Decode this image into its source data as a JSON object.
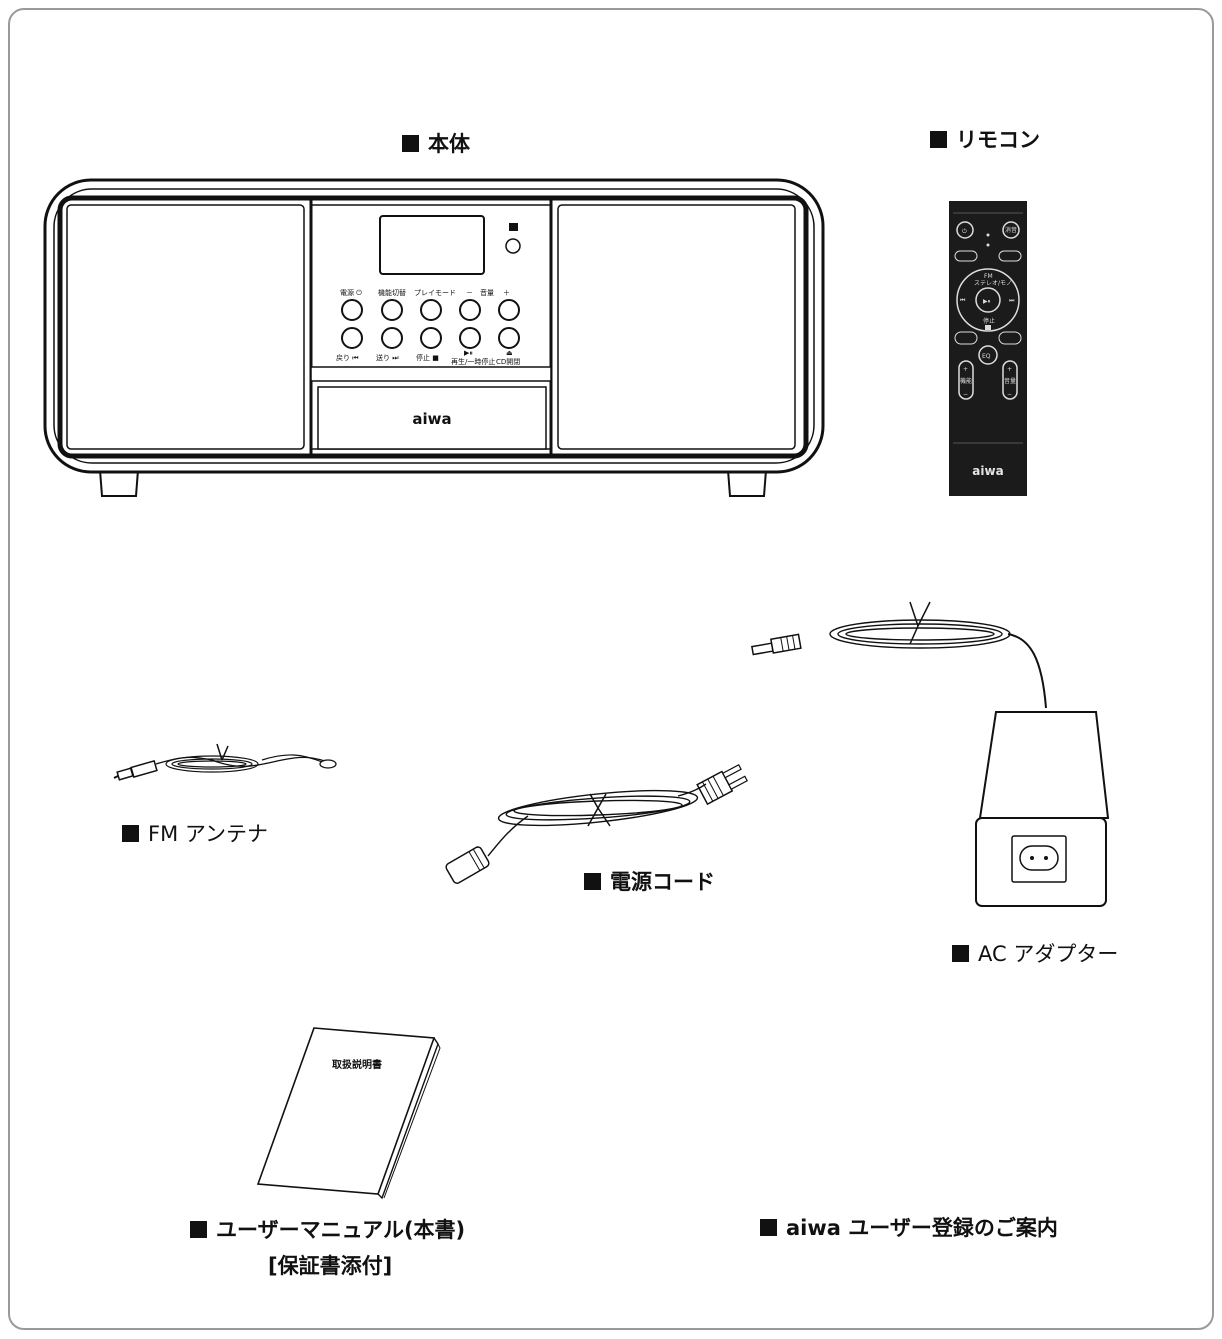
{
  "labels": {
    "main_unit": "本体",
    "remote": "リモコン",
    "fm_antenna": "FM アンテナ",
    "power_cord": "電源コード",
    "ac_adapter": "AC アダプター",
    "manual_line1": "ユーザーマニュアル(本書)",
    "manual_line2": "[保証書添付]",
    "registration": "aiwa ユーザー登録のご案内"
  },
  "main_unit": {
    "brand": "aiwa",
    "buttons_top": [
      "電源",
      "機能切替",
      "プレイモード",
      "－",
      "音量",
      "＋"
    ],
    "buttons_bottom": [
      "戻り",
      "送り",
      "停止",
      "再生/一時停止",
      "CD開閉"
    ]
  },
  "remote": {
    "brand": "aiwa",
    "keys": [
      "消音",
      "FM",
      "ステレオ/モノ",
      "停止",
      "EQ",
      "機能切替",
      "音量"
    ]
  },
  "manual": {
    "cover_title": "取扱説明書"
  }
}
